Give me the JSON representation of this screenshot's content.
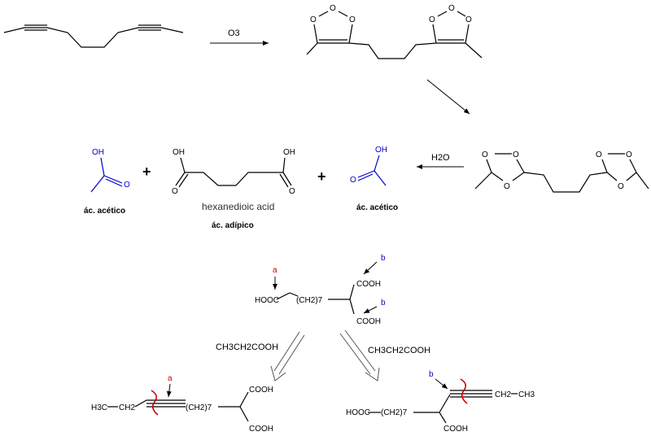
{
  "reagents": {
    "ozone": "O3",
    "water": "H2O",
    "acid_left": "CH3CH2COOH",
    "acid_right": "CH3CH2COOH"
  },
  "atoms": {
    "O": "O",
    "OH": "OH",
    "HOOC": "HOOC",
    "COOH": "COOH",
    "CH2_7": "(CH2)7",
    "H3C": "H3C",
    "CH2": "CH2",
    "CH3": "CH3"
  },
  "plus": "+",
  "products": {
    "acetic_left": "ác. acético",
    "adipic_iupac": "hexanedioic acid",
    "adipic": "ác. adípico",
    "acetic_right": "ác. acético"
  },
  "markers": {
    "a": "a",
    "b": "b"
  },
  "colors": {
    "blue": "#0000cc",
    "red": "#cc0000"
  }
}
